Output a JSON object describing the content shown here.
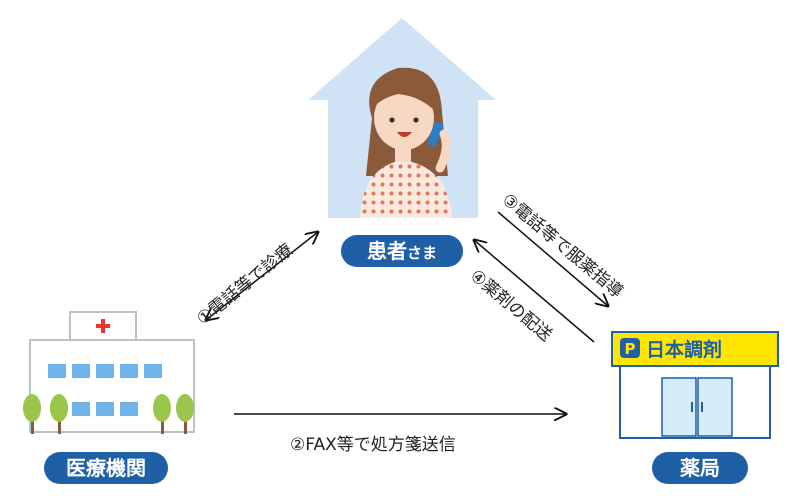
{
  "nodes": {
    "patient": {
      "label_main": "患者",
      "label_sub": "さま"
    },
    "medical": {
      "label": "医療機関"
    },
    "pharmacy": {
      "label": "薬局",
      "sign": "日本調剤",
      "sign_mark": "P"
    }
  },
  "flows": [
    {
      "id": 1,
      "label": "①電話等で診療"
    },
    {
      "id": 2,
      "label": "②FAX等で処方箋送信"
    },
    {
      "id": 3,
      "label": "③電話等で服薬指導"
    },
    {
      "id": 4,
      "label": "④薬剤の配送"
    }
  ],
  "colors": {
    "pill": "#1f5fa6",
    "house": "#cfe3f5",
    "sign": "#ffe600"
  }
}
